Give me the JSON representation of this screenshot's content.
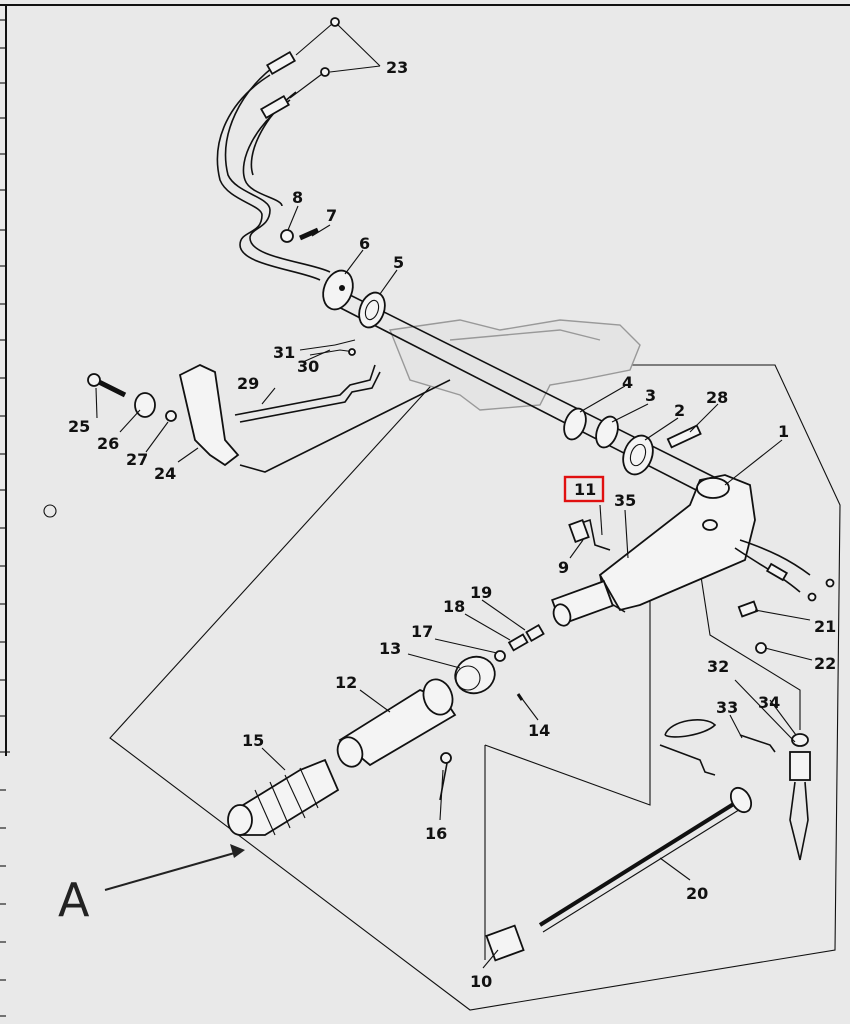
{
  "diagram": {
    "view_label": "A",
    "highlighted_part": "11",
    "callouts": [
      {
        "id": "c1",
        "text": "1"
      },
      {
        "id": "c2",
        "text": "2"
      },
      {
        "id": "c3",
        "text": "3"
      },
      {
        "id": "c4",
        "text": "4"
      },
      {
        "id": "c5",
        "text": "5"
      },
      {
        "id": "c6",
        "text": "6"
      },
      {
        "id": "c7",
        "text": "7"
      },
      {
        "id": "c8",
        "text": "8"
      },
      {
        "id": "c9",
        "text": "9"
      },
      {
        "id": "c10",
        "text": "10"
      },
      {
        "id": "c11",
        "text": "11"
      },
      {
        "id": "c12",
        "text": "12"
      },
      {
        "id": "c13",
        "text": "13"
      },
      {
        "id": "c14",
        "text": "14"
      },
      {
        "id": "c15",
        "text": "15"
      },
      {
        "id": "c16",
        "text": "16"
      },
      {
        "id": "c17",
        "text": "17"
      },
      {
        "id": "c18",
        "text": "18"
      },
      {
        "id": "c19",
        "text": "19"
      },
      {
        "id": "c20",
        "text": "20"
      },
      {
        "id": "c21",
        "text": "21"
      },
      {
        "id": "c22",
        "text": "22"
      },
      {
        "id": "c23",
        "text": "23"
      },
      {
        "id": "c24",
        "text": "24"
      },
      {
        "id": "c25",
        "text": "25"
      },
      {
        "id": "c26",
        "text": "26"
      },
      {
        "id": "c27",
        "text": "27"
      },
      {
        "id": "c28",
        "text": "28"
      },
      {
        "id": "c29",
        "text": "29"
      },
      {
        "id": "c30",
        "text": "30"
      },
      {
        "id": "c31",
        "text": "31"
      },
      {
        "id": "c32",
        "text": "32"
      },
      {
        "id": "c33",
        "text": "33"
      },
      {
        "id": "c34",
        "text": "34"
      },
      {
        "id": "c35",
        "text": "35"
      }
    ]
  }
}
